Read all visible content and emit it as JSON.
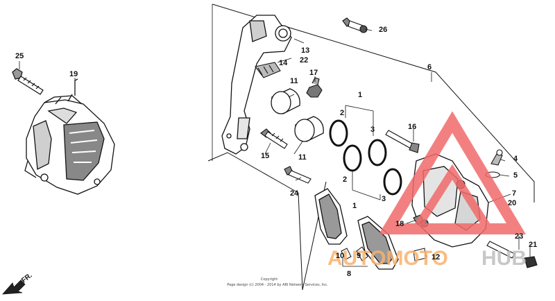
{
  "callouts": {
    "n1a": "1",
    "n1b": "1",
    "n2a": "2",
    "n2b": "2",
    "n3a": "3",
    "n3b": "3",
    "n4": "4",
    "n5": "5",
    "n6": "6",
    "n7": "7",
    "n8": "8",
    "n9": "9",
    "n10": "10",
    "n11a": "11",
    "n11b": "11",
    "n12": "12",
    "n13": "13",
    "n14": "14",
    "n15": "15",
    "n16": "16",
    "n17": "17",
    "n18": "18",
    "n19": "19",
    "n20": "20",
    "n21": "21",
    "n22": "22",
    "n23": "23",
    "n24": "24",
    "n25": "25",
    "n26": "26"
  },
  "direction_label": "FR.",
  "copyright": {
    "line1": "Copyright",
    "line2": "Page design (c) 2004 - 2014 by ARI Network Services, Inc."
  },
  "watermark": {
    "part1": "AUTOMOTO",
    "part2": "HUB"
  },
  "colors": {
    "line": "#111111",
    "watermark_red": "#f26b6b",
    "watermark_orange": "#f7b26e",
    "watermark_gray": "#bfbfbf"
  }
}
